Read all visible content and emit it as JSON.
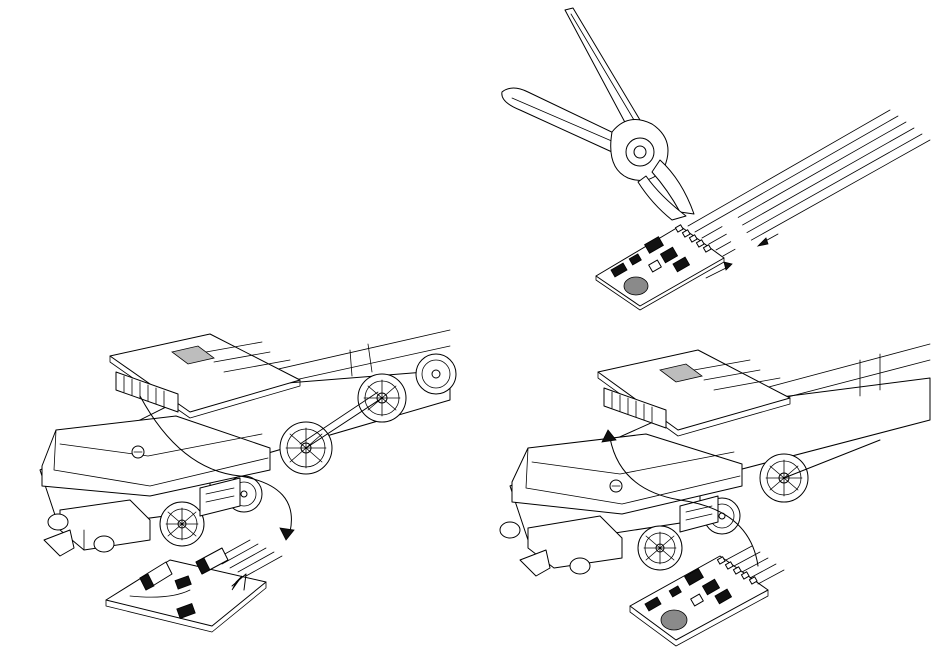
{
  "figure": {
    "panels": [
      {
        "id": "cut-wires",
        "content": "cutters-wires-decoder"
      },
      {
        "id": "remove-old",
        "content": "loco-old-decoder"
      },
      {
        "id": "install-new",
        "content": "loco-new-decoder"
      }
    ],
    "colors": {
      "ink": "#000000",
      "paper": "#ffffff",
      "chip": "#8a8a8a",
      "component": "#111111"
    },
    "icons": [
      "wire-cutter-icon",
      "arrow-icon",
      "locomotive-icon",
      "decoder-board-icon"
    ]
  }
}
